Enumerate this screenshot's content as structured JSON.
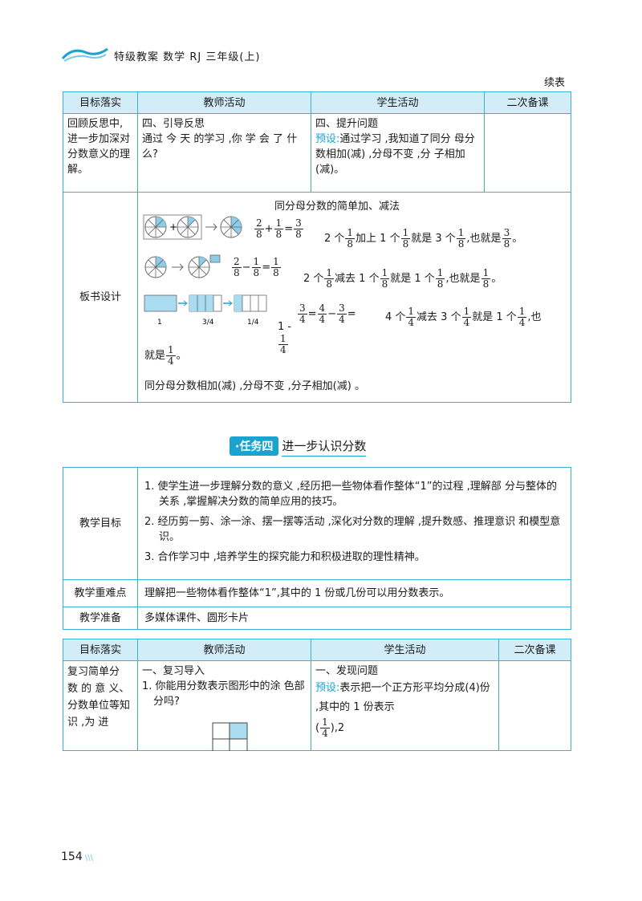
{
  "header": {
    "series": "特级教案",
    "subject": "数学",
    "edition": "RJ",
    "grade": "三年级(上)",
    "continued": "续表"
  },
  "table1": {
    "headers": [
      "目标落实",
      "教师活动",
      "学生活动",
      "二次备课"
    ],
    "row1": {
      "goal": "回顾反思中,进一步加深对分数意义的理解。",
      "teacher_title": "四、引导反思",
      "teacher_body": "通过 今 天 的学习 ,你 学 会 了 什么?",
      "student_title": "四、提升问题",
      "student_preset": "预设:",
      "student_body": "通过学习 ,我知道了同分 母分数相加(减) ,分母不变 ,分 子相加(减)。"
    },
    "row2": {
      "label": "板书设计",
      "title": "同分母分数的简单加、减法",
      "eq1_text_a": "2 个",
      "eq1_text_b": "加上 1 个",
      "eq1_text_c": "就是 3 个",
      "eq1_text_d": ",也就是",
      "eq2_text_a": "2 个",
      "eq2_text_b": "减去 1 个",
      "eq2_text_c": "就是 1 个",
      "eq2_text_d": ",也就是",
      "eq3_text_a": "4 个",
      "eq3_text_b": "减去 3 个",
      "eq3_text_c": "就是 1 个",
      "eq3_text_d": ",也",
      "one_minus": "1 -",
      "eq3_line2": "就是",
      "end_mark": "。",
      "summary": "同分母分数相加(减) ,分母不变 ,分子相加(减) 。",
      "bar_labels": [
        "1",
        "3/4",
        "1/4"
      ]
    }
  },
  "task": {
    "badge": "·任务四",
    "title": "进一步认识分数"
  },
  "table2": {
    "rows": [
      {
        "label": "教学目标",
        "items": [
          "1. 使学生进一步理解分数的意义 ,经历把一些物体看作整体“1”的过程 ,理解部 分与整体的关系 ,掌握解决分数的简单应用的技巧。",
          "2. 经历剪一剪、涂一涂、摆一摆等活动 ,深化对分数的理解 ,提升数感、推理意识 和模型意识。",
          "3. 合作学习中 ,培养学生的探究能力和积极进取的理性精神。"
        ]
      },
      {
        "label": "教学重难点",
        "text": "理解把一些物体看作整体“1”,其中的 1 份或几份可以用分数表示。"
      },
      {
        "label": "教学准备",
        "text": "多媒体课件、圆形卡片"
      }
    ]
  },
  "table3": {
    "headers": [
      "目标落实",
      "教师活动",
      "学生活动",
      "二次备课"
    ],
    "row1": {
      "goal": "复习简单分 数 的 意 义、分数单位等知 识 ,为 进",
      "teacher_title": "一、复习导入",
      "teacher_q": "1. 你能用分数表示图形中的涂 色部分吗?",
      "student_title": "一、发现问题",
      "student_preset": "预设:",
      "student_body": "表示把一个正方形平均分成(4)份 ,其中的 1 份表示",
      "student_tail": ",2"
    }
  },
  "footer": {
    "page_number": "154"
  },
  "colors": {
    "accent": "#1aa3cf",
    "border": "#39b1d8",
    "header_fill": "#d2edf8"
  }
}
